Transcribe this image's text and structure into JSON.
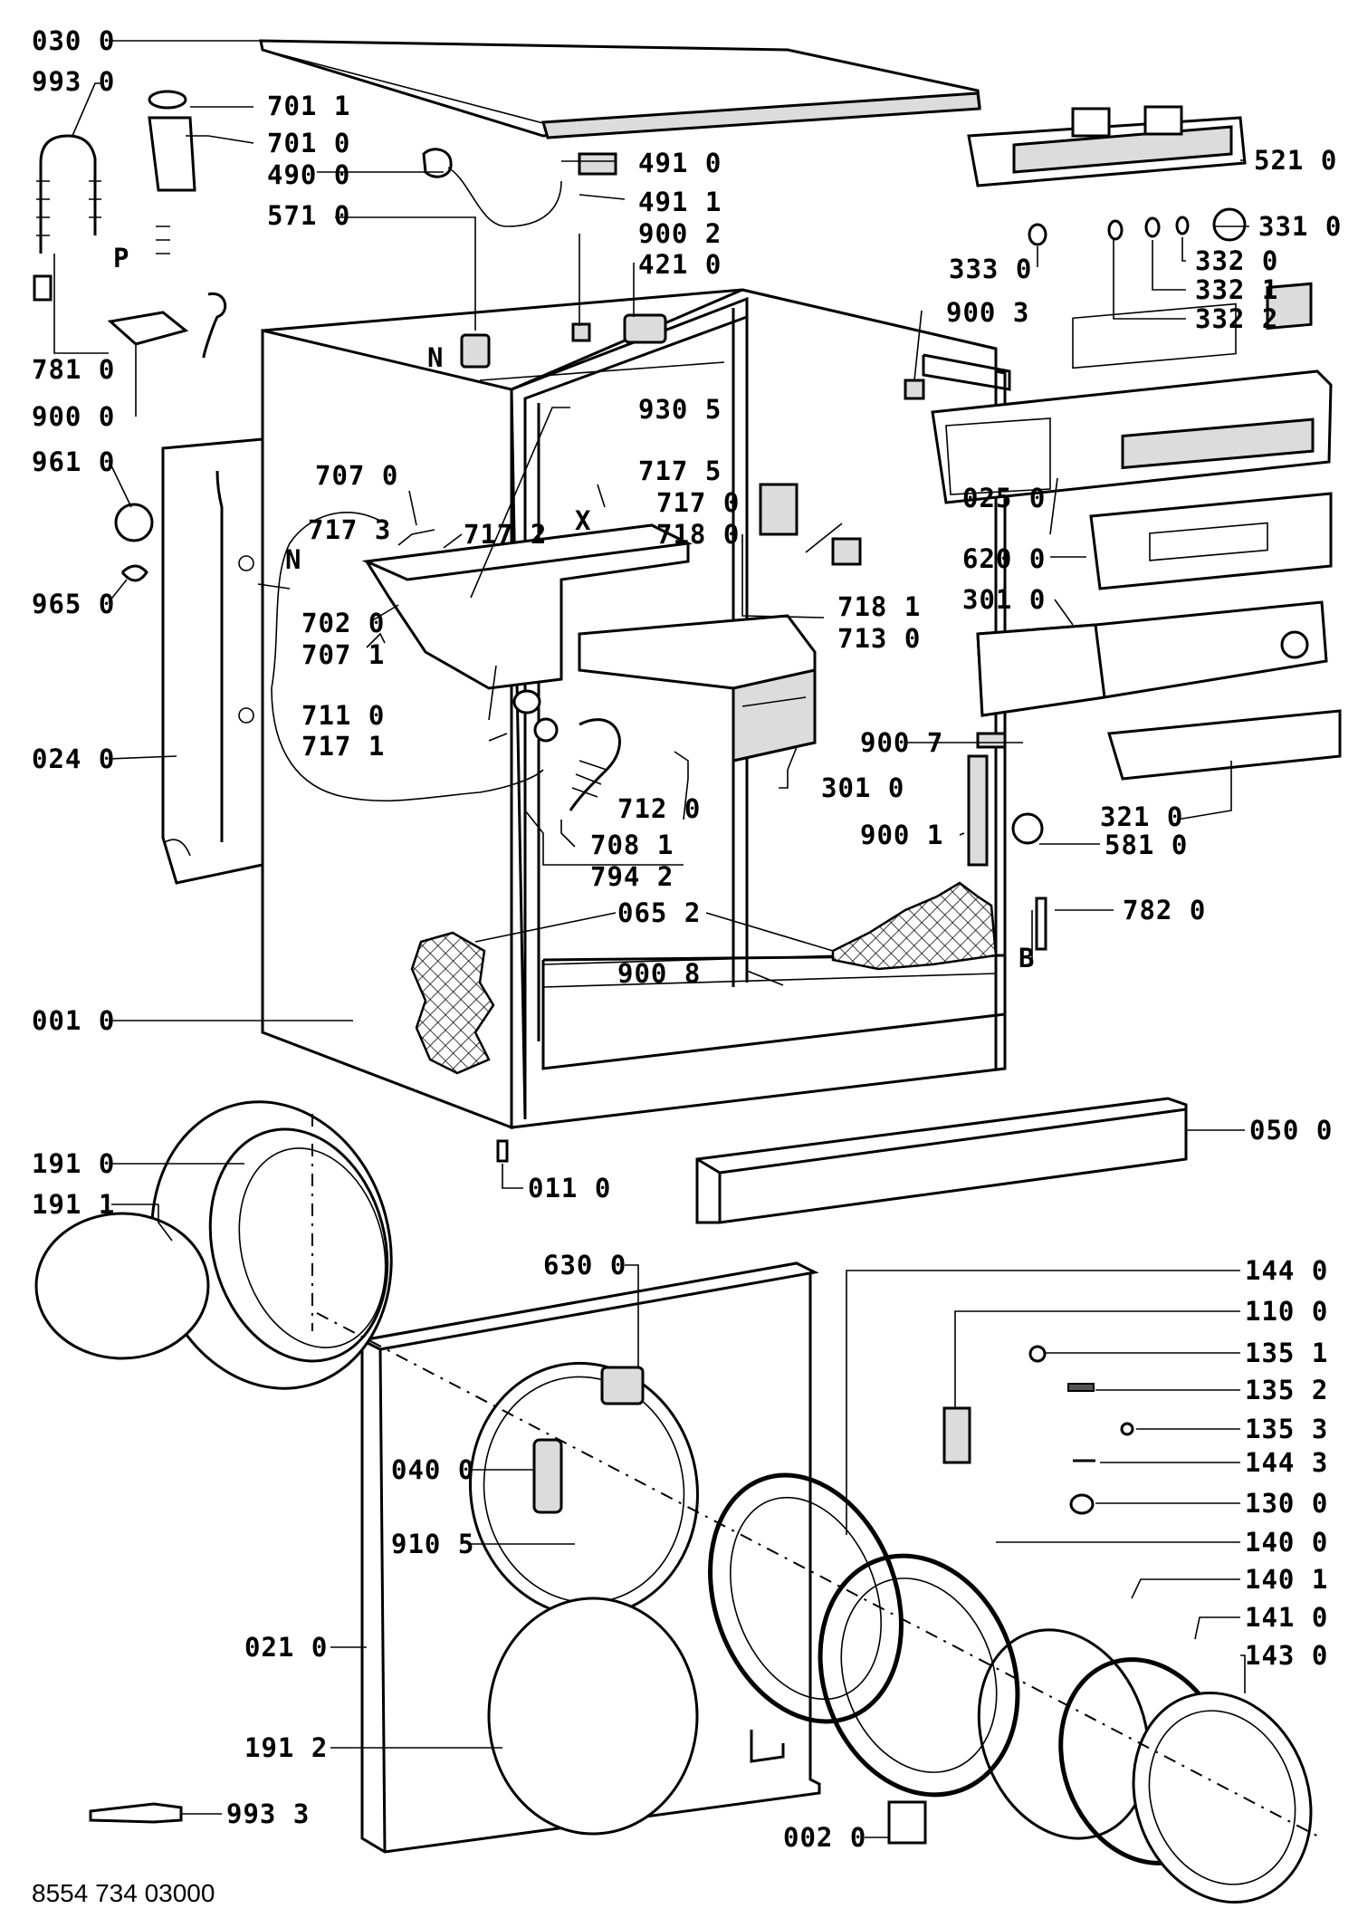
{
  "document_number": "8554 734 03000",
  "callouts": [
    {
      "id": "030-0",
      "text": "030 0"
    },
    {
      "id": "993-0",
      "text": "993 0"
    },
    {
      "id": "701-1",
      "text": "701 1"
    },
    {
      "id": "701-0",
      "text": "701 0"
    },
    {
      "id": "490-0",
      "text": "490 0"
    },
    {
      "id": "571-0",
      "text": "571 0"
    },
    {
      "id": "491-0",
      "text": "491 0"
    },
    {
      "id": "491-1",
      "text": "491 1"
    },
    {
      "id": "900-2",
      "text": "900 2"
    },
    {
      "id": "421-0",
      "text": "421 0"
    },
    {
      "id": "521-0",
      "text": "521 0"
    },
    {
      "id": "331-0",
      "text": "331 0"
    },
    {
      "id": "333-0",
      "text": "333 0"
    },
    {
      "id": "332-0",
      "text": "332 0"
    },
    {
      "id": "332-1",
      "text": "332 1"
    },
    {
      "id": "332-2",
      "text": "332 2"
    },
    {
      "id": "900-3",
      "text": "900 3"
    },
    {
      "id": "781-0",
      "text": "781 0"
    },
    {
      "id": "900-0",
      "text": "900 0"
    },
    {
      "id": "930-5",
      "text": "930 5"
    },
    {
      "id": "961-0",
      "text": "961 0"
    },
    {
      "id": "707-0",
      "text": "707 0"
    },
    {
      "id": "717-5",
      "text": "717 5"
    },
    {
      "id": "717-0",
      "text": "717 0"
    },
    {
      "id": "717-3",
      "text": "717 3"
    },
    {
      "id": "717-2",
      "text": "717 2"
    },
    {
      "id": "718-0",
      "text": "718 0"
    },
    {
      "id": "025-0",
      "text": "025 0"
    },
    {
      "id": "965-0",
      "text": "965 0"
    },
    {
      "id": "702-0",
      "text": "702 0"
    },
    {
      "id": "707-1",
      "text": "707 1"
    },
    {
      "id": "718-1",
      "text": "718 1"
    },
    {
      "id": "620-0",
      "text": "620 0"
    },
    {
      "id": "713-0",
      "text": "713 0"
    },
    {
      "id": "301-0a",
      "text": "301 0"
    },
    {
      "id": "711-0",
      "text": "711 0"
    },
    {
      "id": "717-1",
      "text": "717 1"
    },
    {
      "id": "024-0",
      "text": "024 0"
    },
    {
      "id": "900-7",
      "text": "900 7"
    },
    {
      "id": "301-0b",
      "text": "301 0"
    },
    {
      "id": "712-0",
      "text": "712 0"
    },
    {
      "id": "321-0",
      "text": "321 0"
    },
    {
      "id": "708-1",
      "text": "708 1"
    },
    {
      "id": "900-1",
      "text": "900 1"
    },
    {
      "id": "581-0",
      "text": "581 0"
    },
    {
      "id": "794-2",
      "text": "794 2"
    },
    {
      "id": "065-2",
      "text": "065 2"
    },
    {
      "id": "782-0",
      "text": "782 0"
    },
    {
      "id": "900-8",
      "text": "900 8"
    },
    {
      "id": "001-0",
      "text": "001 0"
    },
    {
      "id": "050-0",
      "text": "050 0"
    },
    {
      "id": "191-0",
      "text": "191 0"
    },
    {
      "id": "191-1",
      "text": "191 1"
    },
    {
      "id": "011-0",
      "text": "011 0"
    },
    {
      "id": "630-0",
      "text": "630 0"
    },
    {
      "id": "144-0",
      "text": "144 0"
    },
    {
      "id": "110-0",
      "text": "110 0"
    },
    {
      "id": "135-1",
      "text": "135 1"
    },
    {
      "id": "135-2",
      "text": "135 2"
    },
    {
      "id": "135-3",
      "text": "135 3"
    },
    {
      "id": "040-0",
      "text": "040 0"
    },
    {
      "id": "144-3",
      "text": "144 3"
    },
    {
      "id": "130-0",
      "text": "130 0"
    },
    {
      "id": "910-5",
      "text": "910 5"
    },
    {
      "id": "140-0",
      "text": "140 0"
    },
    {
      "id": "140-1",
      "text": "140 1"
    },
    {
      "id": "141-0",
      "text": "141 0"
    },
    {
      "id": "143-0",
      "text": "143 0"
    },
    {
      "id": "021-0",
      "text": "021 0"
    },
    {
      "id": "191-2",
      "text": "191 2"
    },
    {
      "id": "993-3",
      "text": "993 3"
    },
    {
      "id": "002-0",
      "text": "002 0"
    }
  ],
  "markers": [
    {
      "id": "P",
      "text": "P"
    },
    {
      "id": "N1",
      "text": "N"
    },
    {
      "id": "N2",
      "text": "N"
    },
    {
      "id": "X",
      "text": "X"
    },
    {
      "id": "B",
      "text": "B"
    }
  ]
}
